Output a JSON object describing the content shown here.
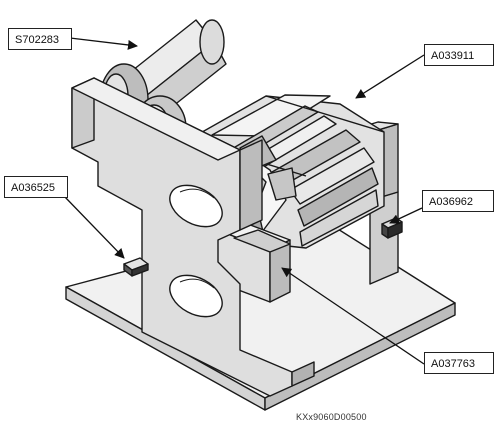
{
  "callouts": {
    "s702283": "S702283",
    "a033911": "A033911",
    "a036525": "A036525",
    "a036962": "A036962",
    "a037763": "A037763"
  },
  "figure_code": "KXx9060D00500"
}
